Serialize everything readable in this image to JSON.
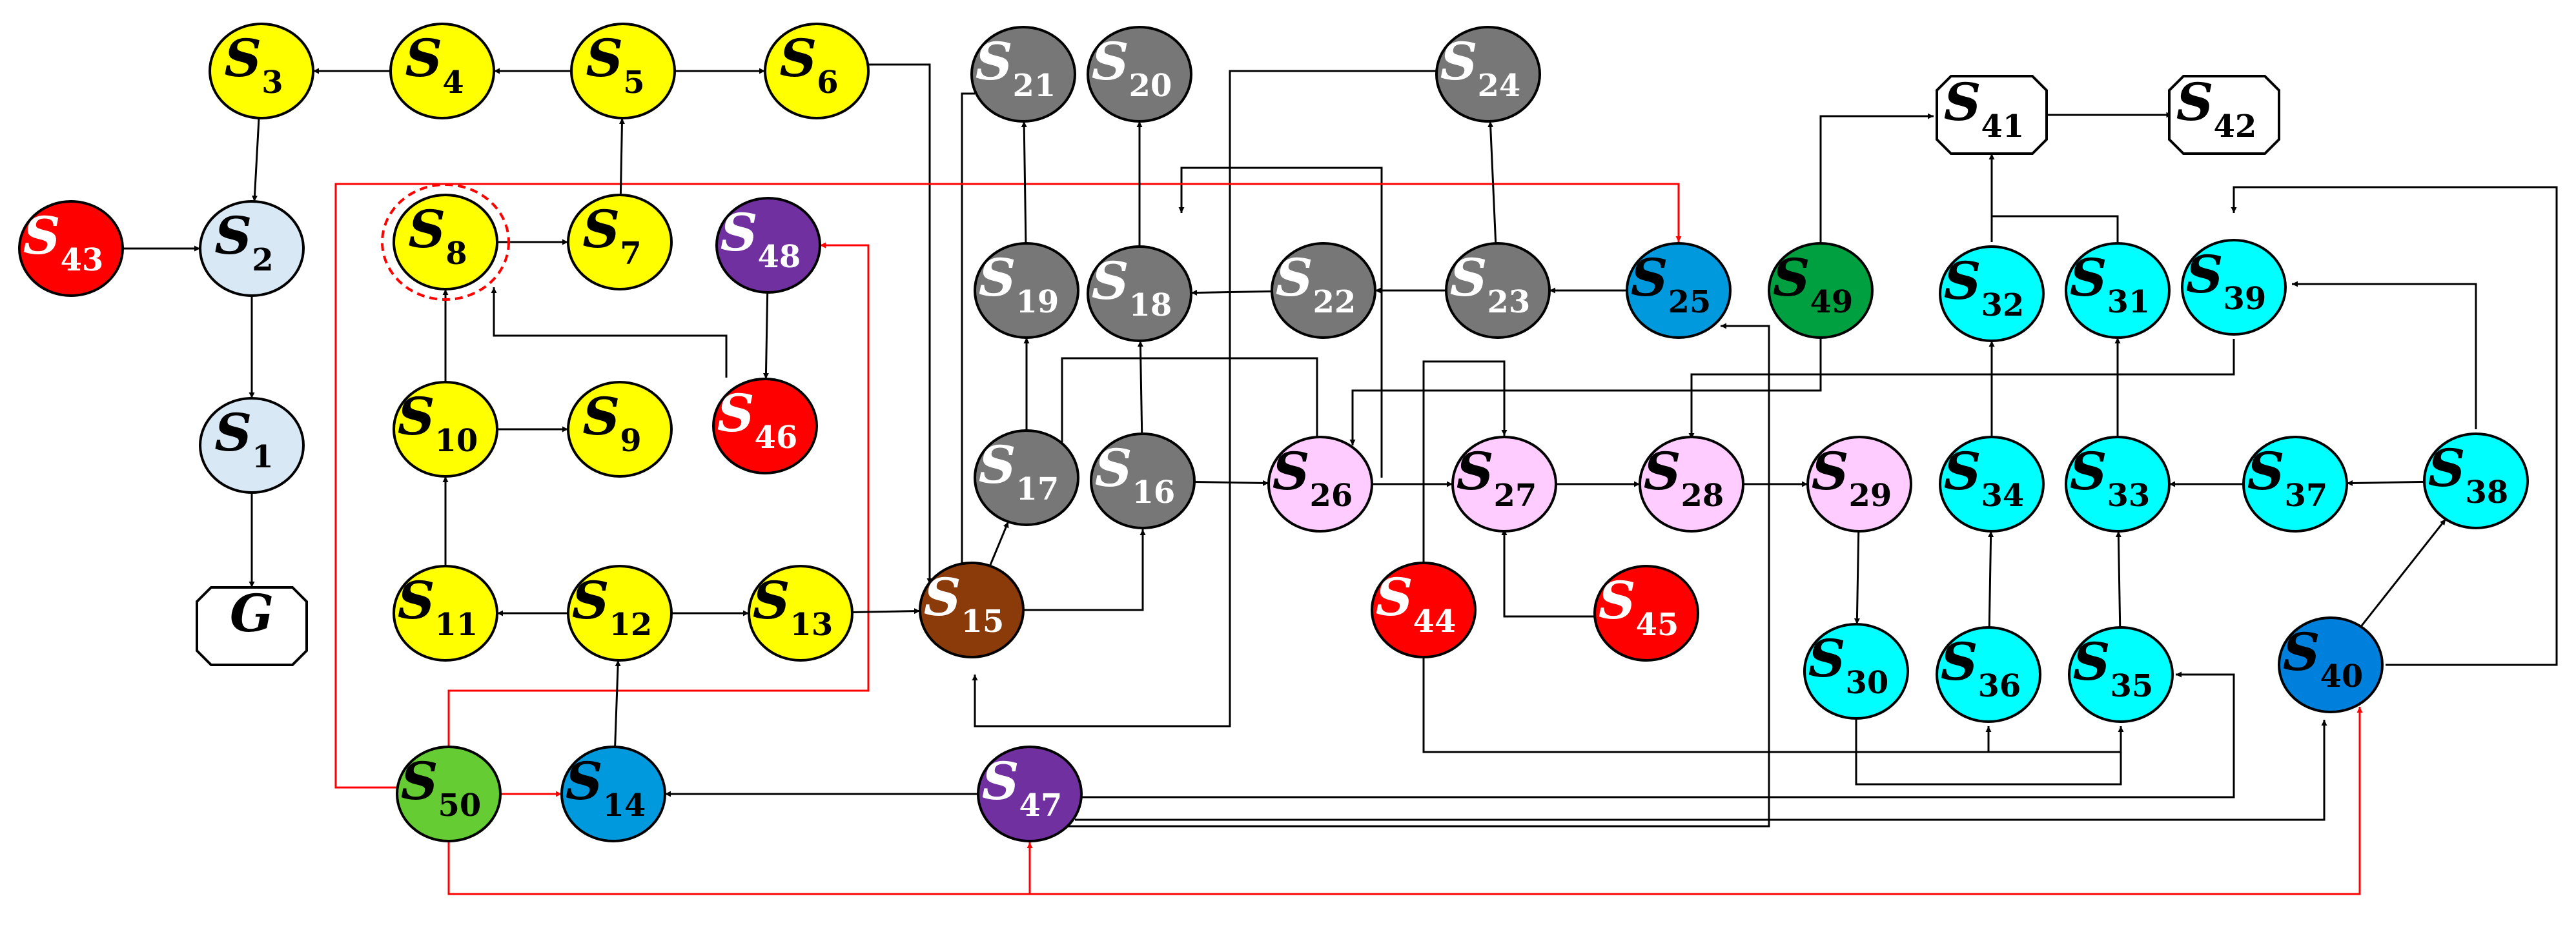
{
  "nodes": [
    {
      "id": "S3",
      "label": "S",
      "sub": "3",
      "shape": "circle",
      "fill": "#ffff00",
      "text": "#000000"
    },
    {
      "id": "S4",
      "label": "S",
      "sub": "4",
      "shape": "circle",
      "fill": "#ffff00",
      "text": "#000000"
    },
    {
      "id": "S5",
      "label": "S",
      "sub": "5",
      "shape": "circle",
      "fill": "#ffff00",
      "text": "#000000"
    },
    {
      "id": "S6",
      "label": "S",
      "sub": "6",
      "shape": "circle",
      "fill": "#ffff00",
      "text": "#000000"
    },
    {
      "id": "S21",
      "label": "S",
      "sub": "21",
      "shape": "circle",
      "fill": "#777777",
      "text": "#ffffff"
    },
    {
      "id": "S20",
      "label": "S",
      "sub": "20",
      "shape": "circle",
      "fill": "#777777",
      "text": "#ffffff"
    },
    {
      "id": "S24",
      "label": "S",
      "sub": "24",
      "shape": "circle",
      "fill": "#777777",
      "text": "#ffffff"
    },
    {
      "id": "S41",
      "label": "S",
      "sub": "41",
      "shape": "octagon",
      "fill": "#ffffff",
      "text": "#000000"
    },
    {
      "id": "S42",
      "label": "S",
      "sub": "42",
      "shape": "octagon",
      "fill": "#ffffff",
      "text": "#000000"
    },
    {
      "id": "S43",
      "label": "S",
      "sub": "43",
      "shape": "circle",
      "fill": "#ff0000",
      "text": "#ffffff"
    },
    {
      "id": "S2",
      "label": "S",
      "sub": "2",
      "shape": "circle",
      "fill": "#d9e8f5",
      "text": "#000000"
    },
    {
      "id": "S8",
      "label": "S",
      "sub": "8",
      "shape": "circle",
      "fill": "#ffff00",
      "text": "#000000",
      "highlight": true
    },
    {
      "id": "S7",
      "label": "S",
      "sub": "7",
      "shape": "circle",
      "fill": "#ffff00",
      "text": "#000000"
    },
    {
      "id": "S48",
      "label": "S",
      "sub": "48",
      "shape": "circle",
      "fill": "#7030a0",
      "text": "#ffffff"
    },
    {
      "id": "S19",
      "label": "S",
      "sub": "19",
      "shape": "circle",
      "fill": "#777777",
      "text": "#ffffff"
    },
    {
      "id": "S18",
      "label": "S",
      "sub": "18",
      "shape": "circle",
      "fill": "#777777",
      "text": "#ffffff"
    },
    {
      "id": "S22",
      "label": "S",
      "sub": "22",
      "shape": "circle",
      "fill": "#777777",
      "text": "#ffffff"
    },
    {
      "id": "S23",
      "label": "S",
      "sub": "23",
      "shape": "circle",
      "fill": "#777777",
      "text": "#ffffff"
    },
    {
      "id": "S25",
      "label": "S",
      "sub": "25",
      "shape": "circle",
      "fill": "#0099dd",
      "text": "#000000"
    },
    {
      "id": "S49",
      "label": "S",
      "sub": "49",
      "shape": "circle",
      "fill": "#00a040",
      "text": "#000000"
    },
    {
      "id": "S32",
      "label": "S",
      "sub": "32",
      "shape": "circle",
      "fill": "#00ffff",
      "text": "#000000"
    },
    {
      "id": "S31",
      "label": "S",
      "sub": "31",
      "shape": "circle",
      "fill": "#00ffff",
      "text": "#000000"
    },
    {
      "id": "S39",
      "label": "S",
      "sub": "39",
      "shape": "circle",
      "fill": "#00ffff",
      "text": "#000000"
    },
    {
      "id": "S1",
      "label": "S",
      "sub": "1",
      "shape": "circle",
      "fill": "#d9e8f5",
      "text": "#000000"
    },
    {
      "id": "S10",
      "label": "S",
      "sub": "10",
      "shape": "circle",
      "fill": "#ffff00",
      "text": "#000000"
    },
    {
      "id": "S9",
      "label": "S",
      "sub": "9",
      "shape": "circle",
      "fill": "#ffff00",
      "text": "#000000"
    },
    {
      "id": "S46",
      "label": "S",
      "sub": "46",
      "shape": "circle",
      "fill": "#ff0000",
      "text": "#ffffff"
    },
    {
      "id": "S17",
      "label": "S",
      "sub": "17",
      "shape": "circle",
      "fill": "#777777",
      "text": "#ffffff"
    },
    {
      "id": "S16",
      "label": "S",
      "sub": "16",
      "shape": "circle",
      "fill": "#777777",
      "text": "#ffffff"
    },
    {
      "id": "S26",
      "label": "S",
      "sub": "26",
      "shape": "circle",
      "fill": "#ffccff",
      "text": "#000000"
    },
    {
      "id": "S27",
      "label": "S",
      "sub": "27",
      "shape": "circle",
      "fill": "#ffccff",
      "text": "#000000"
    },
    {
      "id": "S28",
      "label": "S",
      "sub": "28",
      "shape": "circle",
      "fill": "#ffccff",
      "text": "#000000"
    },
    {
      "id": "S29",
      "label": "S",
      "sub": "29",
      "shape": "circle",
      "fill": "#ffccff",
      "text": "#000000"
    },
    {
      "id": "S34",
      "label": "S",
      "sub": "34",
      "shape": "circle",
      "fill": "#00ffff",
      "text": "#000000"
    },
    {
      "id": "S33",
      "label": "S",
      "sub": "33",
      "shape": "circle",
      "fill": "#00ffff",
      "text": "#000000"
    },
    {
      "id": "S37",
      "label": "S",
      "sub": "37",
      "shape": "circle",
      "fill": "#00ffff",
      "text": "#000000"
    },
    {
      "id": "S38",
      "label": "S",
      "sub": "38",
      "shape": "circle",
      "fill": "#00ffff",
      "text": "#000000"
    },
    {
      "id": "G",
      "label": "G",
      "sub": "",
      "shape": "octagon",
      "fill": "#ffffff",
      "text": "#000000"
    },
    {
      "id": "S11",
      "label": "S",
      "sub": "11",
      "shape": "circle",
      "fill": "#ffff00",
      "text": "#000000"
    },
    {
      "id": "S12",
      "label": "S",
      "sub": "12",
      "shape": "circle",
      "fill": "#ffff00",
      "text": "#000000"
    },
    {
      "id": "S13",
      "label": "S",
      "sub": "13",
      "shape": "circle",
      "fill": "#ffff00",
      "text": "#000000"
    },
    {
      "id": "S15",
      "label": "S",
      "sub": "15",
      "shape": "circle",
      "fill": "#8b3a0a",
      "text": "#ffffff"
    },
    {
      "id": "S44",
      "label": "S",
      "sub": "44",
      "shape": "circle",
      "fill": "#ff0000",
      "text": "#ffffff"
    },
    {
      "id": "S45",
      "label": "S",
      "sub": "45",
      "shape": "circle",
      "fill": "#ff0000",
      "text": "#ffffff"
    },
    {
      "id": "S30",
      "label": "S",
      "sub": "30",
      "shape": "circle",
      "fill": "#00ffff",
      "text": "#000000"
    },
    {
      "id": "S36",
      "label": "S",
      "sub": "36",
      "shape": "circle",
      "fill": "#00ffff",
      "text": "#000000"
    },
    {
      "id": "S35",
      "label": "S",
      "sub": "35",
      "shape": "circle",
      "fill": "#00ffff",
      "text": "#000000"
    },
    {
      "id": "S40",
      "label": "S",
      "sub": "40",
      "shape": "circle",
      "fill": "#0080dd",
      "text": "#000000"
    },
    {
      "id": "S50",
      "label": "S",
      "sub": "50",
      "shape": "circle",
      "fill": "#66cc33",
      "text": "#000000"
    },
    {
      "id": "S14",
      "label": "S",
      "sub": "14",
      "shape": "circle",
      "fill": "#0099dd",
      "text": "#000000"
    },
    {
      "id": "S47",
      "label": "S",
      "sub": "47",
      "shape": "circle",
      "fill": "#7030a0",
      "text": "#ffffff"
    }
  ],
  "edges": [
    {
      "from": "S4",
      "to": "S3",
      "color": "#000000"
    },
    {
      "from": "S5",
      "to": "S4",
      "color": "#000000"
    },
    {
      "from": "S5",
      "to": "S6",
      "color": "#000000"
    },
    {
      "from": "S3",
      "to": "S2",
      "color": "#000000"
    },
    {
      "from": "S43",
      "to": "S2",
      "color": "#000000"
    },
    {
      "from": "S2",
      "to": "S1",
      "color": "#000000"
    },
    {
      "from": "S1",
      "to": "G",
      "color": "#000000"
    },
    {
      "from": "S7",
      "to": "S5",
      "color": "#000000"
    },
    {
      "from": "S8",
      "to": "S7",
      "color": "#000000"
    },
    {
      "from": "S10",
      "to": "S8",
      "color": "#000000"
    },
    {
      "from": "S10",
      "to": "S9",
      "color": "#000000"
    },
    {
      "from": "S11",
      "to": "S10",
      "color": "#000000"
    },
    {
      "from": "S12",
      "to": "S11",
      "color": "#000000"
    },
    {
      "from": "S12",
      "to": "S13",
      "color": "#000000"
    },
    {
      "from": "S13",
      "to": "S15",
      "color": "#000000"
    },
    {
      "from": "S14",
      "to": "S12",
      "color": "#000000"
    },
    {
      "from": "S48",
      "to": "S46",
      "color": "#000000"
    },
    {
      "from": "S15",
      "to": "S17",
      "color": "#000000"
    },
    {
      "from": "S17",
      "to": "S19",
      "color": "#000000"
    },
    {
      "from": "S19",
      "to": "S21",
      "color": "#000000"
    },
    {
      "from": "S16",
      "to": "S18",
      "color": "#000000"
    },
    {
      "from": "S18",
      "to": "S20",
      "color": "#000000"
    },
    {
      "from": "S22",
      "to": "S18",
      "color": "#000000"
    },
    {
      "from": "S23",
      "to": "S22",
      "color": "#000000"
    },
    {
      "from": "S23",
      "to": "S24",
      "color": "#000000"
    },
    {
      "from": "S25",
      "to": "S23",
      "color": "#000000"
    },
    {
      "from": "S16",
      "to": "S26",
      "color": "#000000"
    },
    {
      "from": "S26",
      "to": "S27",
      "color": "#000000"
    },
    {
      "from": "S27",
      "to": "S28",
      "color": "#000000"
    },
    {
      "from": "S28",
      "to": "S29",
      "color": "#000000"
    },
    {
      "from": "S29",
      "to": "S30",
      "color": "#000000"
    },
    {
      "from": "S34",
      "to": "S32",
      "color": "#000000"
    },
    {
      "from": "S33",
      "to": "S31",
      "color": "#000000"
    },
    {
      "from": "S36",
      "to": "S34",
      "color": "#000000"
    },
    {
      "from": "S35",
      "to": "S33",
      "color": "#000000"
    },
    {
      "from": "S37",
      "to": "S33",
      "color": "#000000"
    },
    {
      "from": "S38",
      "to": "S37",
      "color": "#000000"
    },
    {
      "from": "S40",
      "to": "S38",
      "color": "#000000"
    },
    {
      "from": "S41",
      "to": "S42",
      "color": "#000000"
    },
    {
      "from": "S47",
      "to": "S14",
      "color": "#000000"
    },
    {
      "from": "S50",
      "to": "S14",
      "color": "#ff0000"
    }
  ]
}
